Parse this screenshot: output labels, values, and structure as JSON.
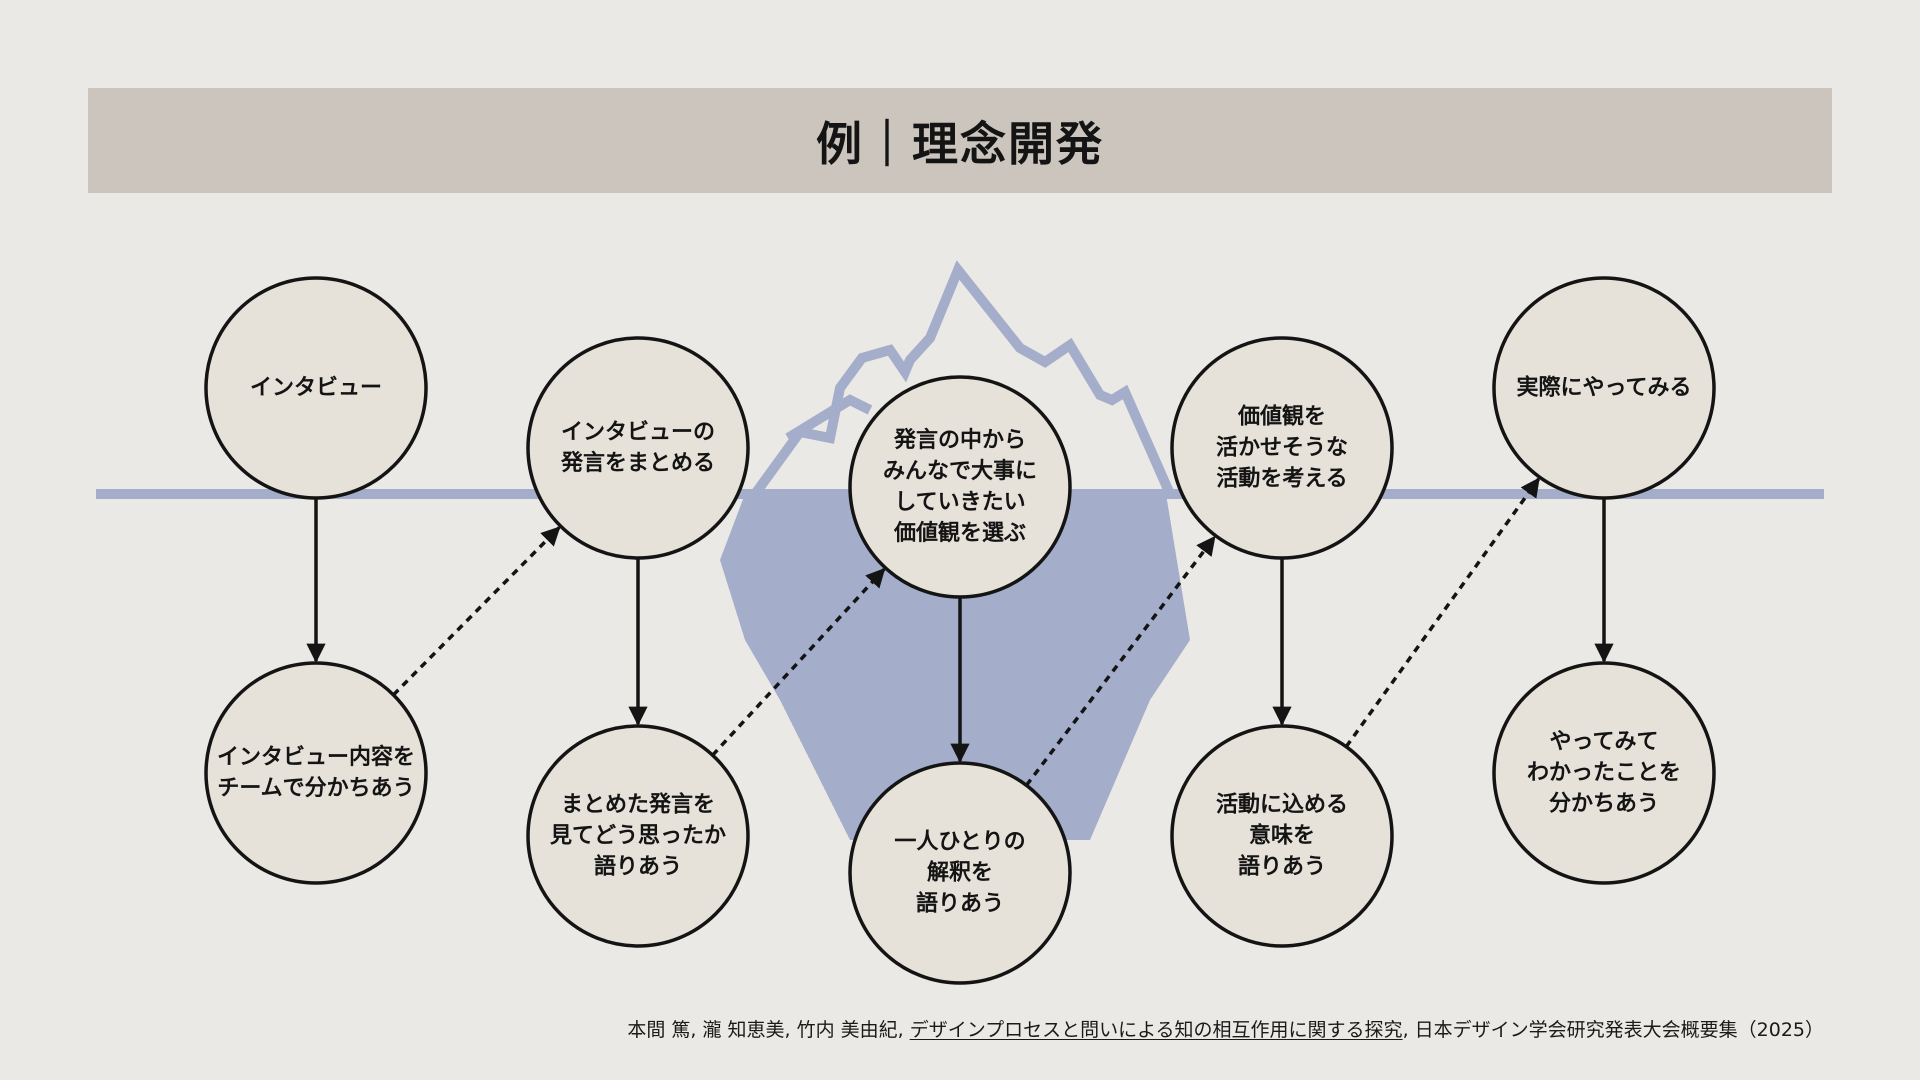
{
  "header": {
    "title": "例｜理念開発"
  },
  "colors": {
    "background": "#ebe9e5",
    "header_band": "#cbc5be",
    "node_fill": "#e6e1d9",
    "node_stroke": "#141414",
    "iceberg": "#a4aecb",
    "waterline": "#a4aecb"
  },
  "nodes": {
    "n1": {
      "lines": [
        "インタビュー"
      ]
    },
    "n2": {
      "lines": [
        "インタビュー内容を",
        "チームで分かちあう"
      ]
    },
    "n3": {
      "lines": [
        "インタビューの",
        "発言をまとめる"
      ]
    },
    "n4": {
      "lines": [
        "まとめた発言を",
        "見てどう思ったか",
        "語りあう"
      ]
    },
    "n5": {
      "lines": [
        "発言の中から",
        "みんなで大事に",
        "していきたい",
        "価値観を選ぶ"
      ]
    },
    "n6": {
      "lines": [
        "一人ひとりの",
        "解釈を",
        "語りあう"
      ]
    },
    "n7": {
      "lines": [
        "価値観を",
        "活かせそうな",
        "活動を考える"
      ]
    },
    "n8": {
      "lines": [
        "活動に込める",
        "意味を",
        "語りあう"
      ]
    },
    "n9": {
      "lines": [
        "実際にやってみる"
      ]
    },
    "n10": {
      "lines": [
        "やってみて",
        "わかったことを",
        "分かちあう"
      ]
    }
  },
  "edges": [
    {
      "from": "n1",
      "to": "n2",
      "style": "solid"
    },
    {
      "from": "n2",
      "to": "n3",
      "style": "dotted"
    },
    {
      "from": "n3",
      "to": "n4",
      "style": "solid"
    },
    {
      "from": "n4",
      "to": "n5",
      "style": "dotted"
    },
    {
      "from": "n5",
      "to": "n6",
      "style": "solid"
    },
    {
      "from": "n6",
      "to": "n7",
      "style": "dotted"
    },
    {
      "from": "n7",
      "to": "n8",
      "style": "solid"
    },
    {
      "from": "n8",
      "to": "n9",
      "style": "dotted"
    },
    {
      "from": "n9",
      "to": "n10",
      "style": "solid"
    }
  ],
  "citation": {
    "authors": "本間 篤, 瀧 知恵美, 竹内 美由紀, ",
    "paper_title": "デザインプロセスと問いによる知の相互作用に関する探究",
    "venue": ", 日本デザイン学会研究発表大会概要集（2025）"
  }
}
